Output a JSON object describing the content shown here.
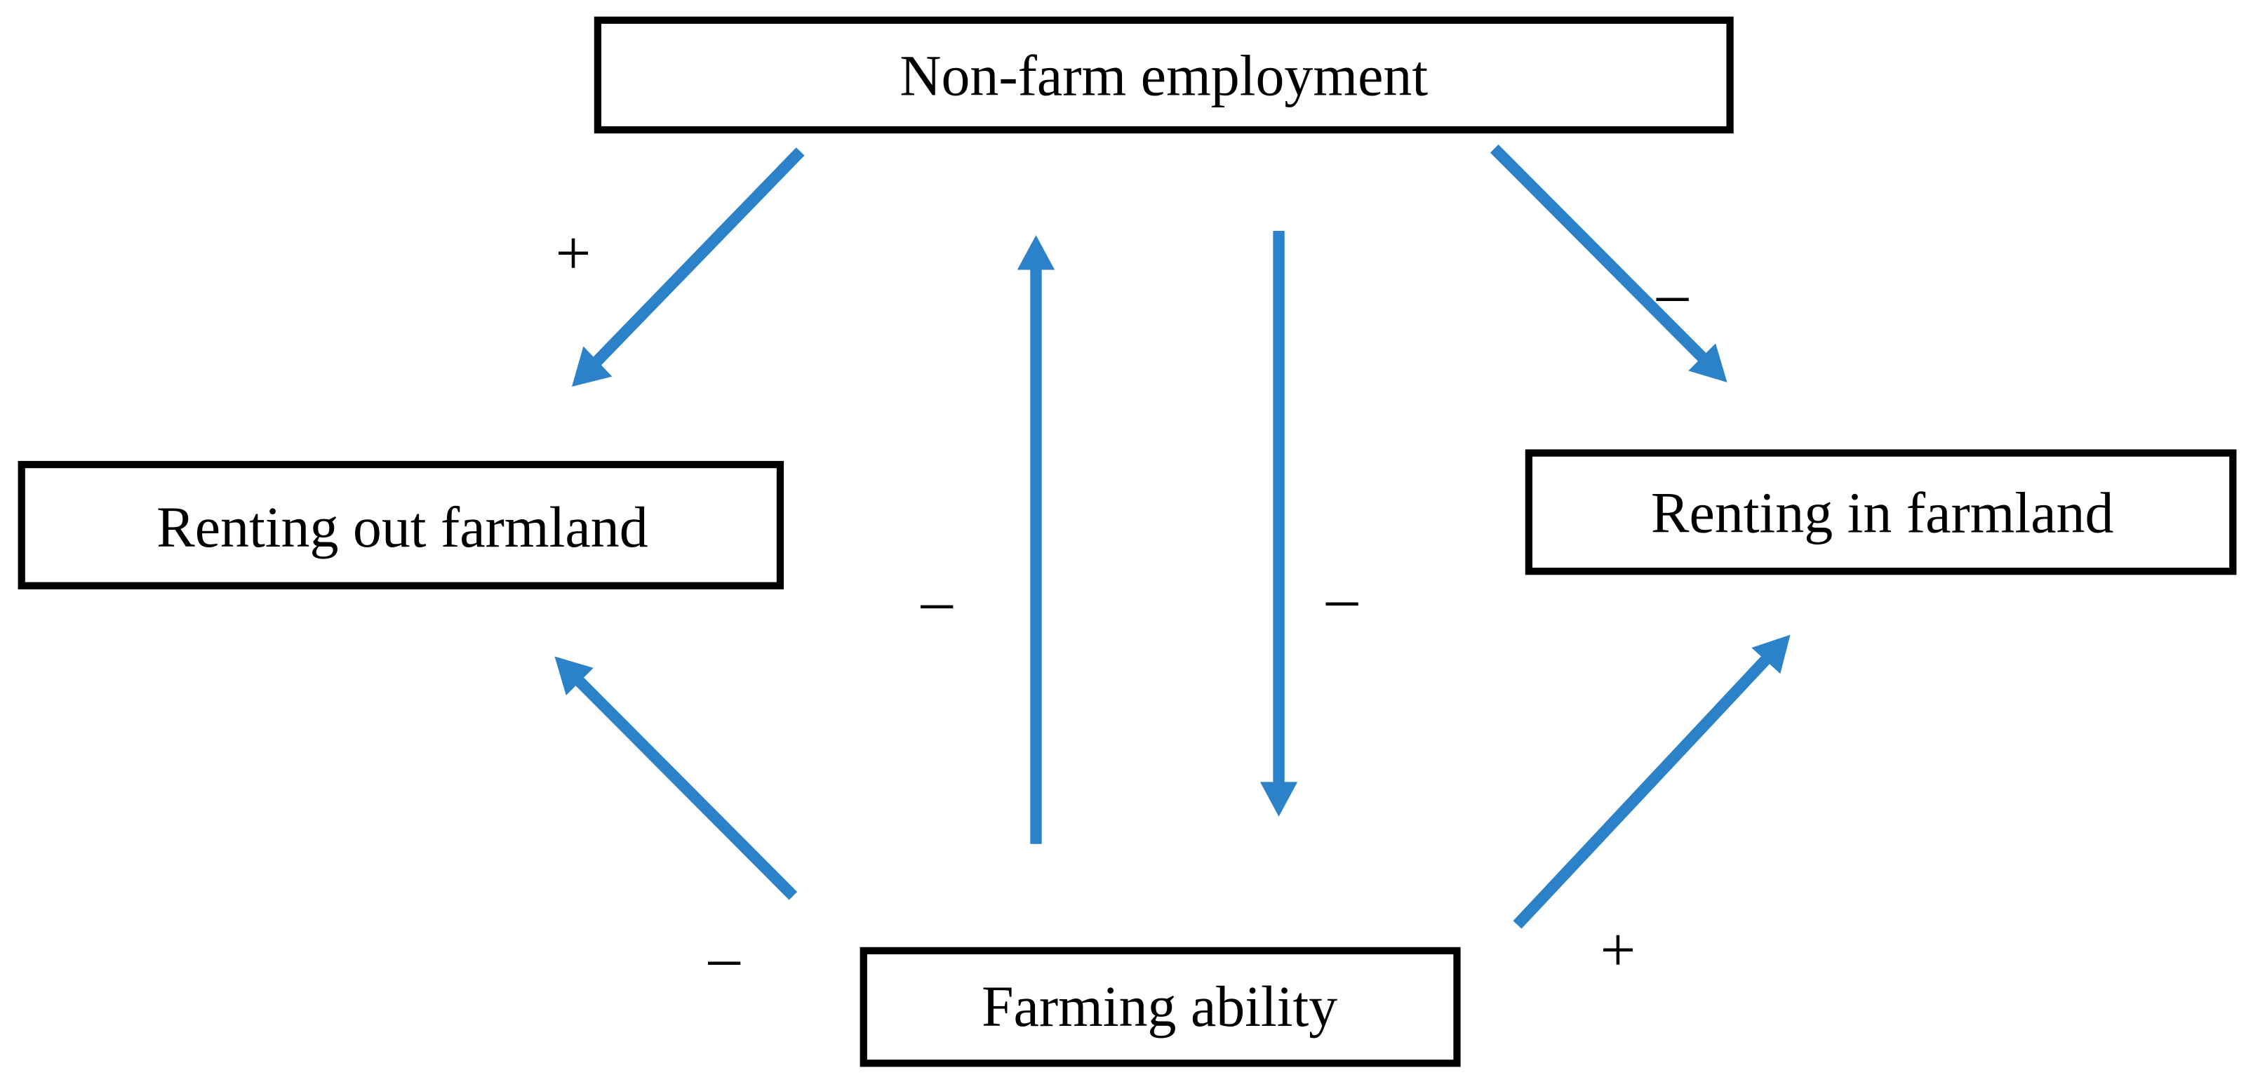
{
  "colors": {
    "arrow": "#2B82C9",
    "box_border": "#000000",
    "background": "#FFFFFF"
  },
  "nodes": {
    "non_farm_employment": {
      "label": "Non-farm employment"
    },
    "renting_out": {
      "label": "Renting out farmland"
    },
    "renting_in": {
      "label": "Renting in farmland"
    },
    "farming_ability": {
      "label": "Farming ability"
    }
  },
  "edges": [
    {
      "id": "nonfarm-to-rentout",
      "from": "Non-farm employment",
      "to": "Renting out farmland",
      "sign": "+"
    },
    {
      "id": "nonfarm-to-rentin",
      "from": "Non-farm employment",
      "to": "Renting in farmland",
      "sign": "–"
    },
    {
      "id": "farming-to-nonfarm",
      "from": "Farming ability",
      "to": "Non-farm employment",
      "sign": "–"
    },
    {
      "id": "nonfarm-to-farming",
      "from": "Non-farm employment",
      "to": "Farming ability",
      "sign": "–"
    },
    {
      "id": "farming-to-rentout",
      "from": "Farming ability",
      "to": "Renting out farmland",
      "sign": "–"
    },
    {
      "id": "farming-to-rentin",
      "from": "Farming ability",
      "to": "Renting in farmland",
      "sign": "+"
    }
  ]
}
